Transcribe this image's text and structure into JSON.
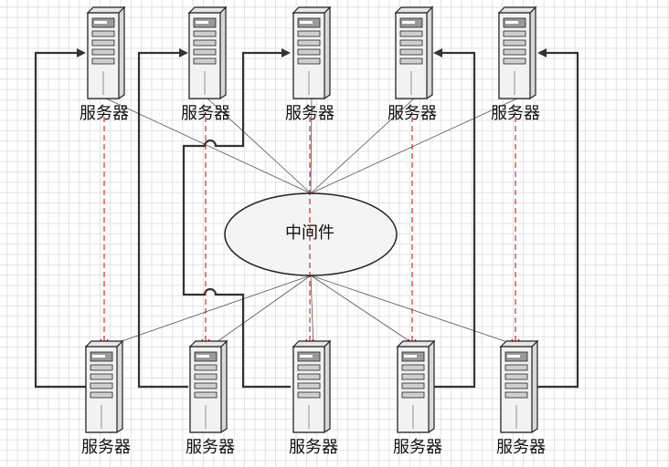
{
  "diagram": {
    "middleware": {
      "label": "中间件"
    },
    "top_servers": [
      {
        "label": "服务器"
      },
      {
        "label": "服务器"
      },
      {
        "label": "服务器"
      },
      {
        "label": "服务器"
      },
      {
        "label": "服务器"
      }
    ],
    "bottom_servers": [
      {
        "label": "服务器"
      },
      {
        "label": "服务器"
      },
      {
        "label": "服务器"
      },
      {
        "label": "服务器"
      },
      {
        "label": "服务器"
      }
    ],
    "colors": {
      "dashed_arrow": "#cc0000",
      "fan_line": "#555555",
      "loop_line": "#333333",
      "ellipse_fill": "#f4f4f4",
      "server_fill": "#f2f2f2"
    }
  }
}
